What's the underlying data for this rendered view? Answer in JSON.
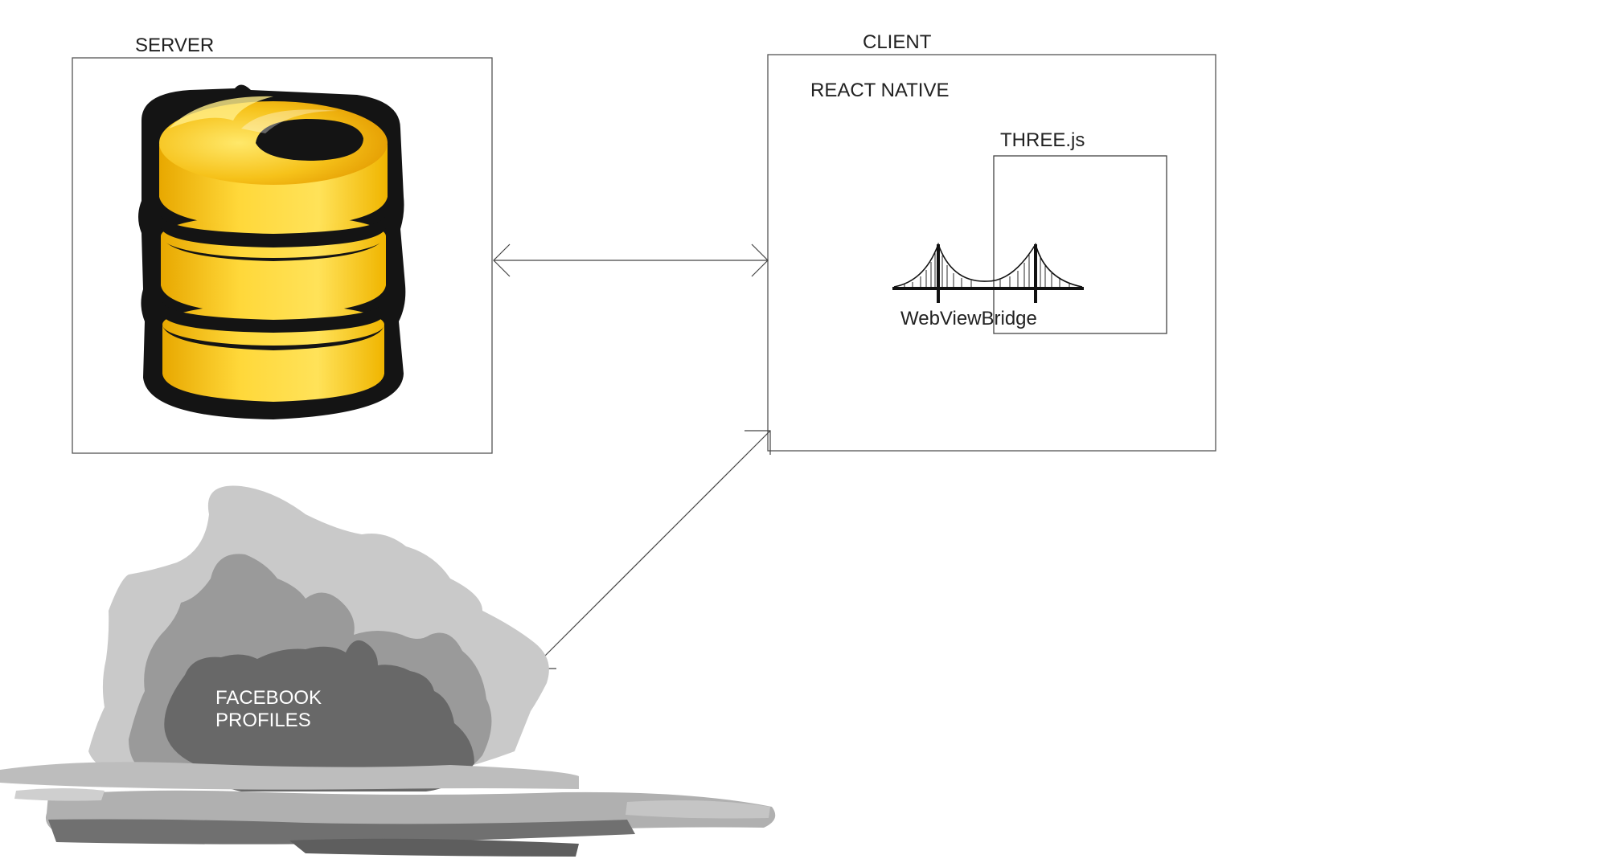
{
  "server": {
    "title": "SERVER",
    "icon": "database-icon"
  },
  "client": {
    "title": "CLIENT",
    "subtitle": "REACT NATIVE",
    "threejs": {
      "label": "THREE.js"
    },
    "bridge": {
      "label": "WebViewBridge",
      "icon": "bridge-icon"
    }
  },
  "cloud": {
    "icon": "cloud-icon",
    "line1": "FACEBOOK",
    "line2": "PROFILES"
  },
  "colors": {
    "box_stroke": "#555555",
    "db_yellow": "#f7c81c",
    "db_black": "#141414",
    "cloud_light": "#c8c8c8",
    "cloud_mid": "#9a9a9a",
    "cloud_dark": "#6a6a6a"
  }
}
